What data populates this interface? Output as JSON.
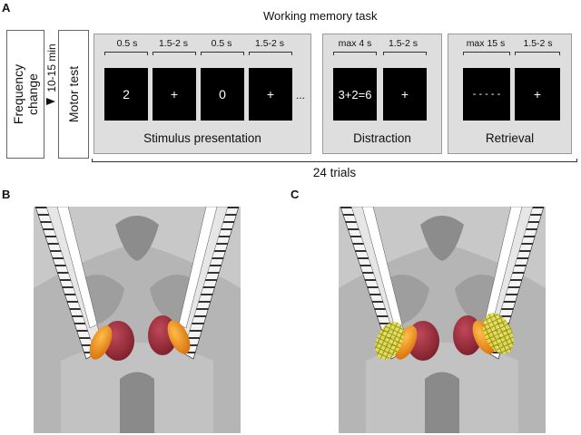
{
  "panel_a": {
    "letter": "A",
    "title": "Working memory task",
    "frequency_change": [
      "Frequency",
      "change"
    ],
    "interval": "10-15 min",
    "motor_test": "Motor test",
    "phases": [
      {
        "label": "Stimulus presentation",
        "screens": [
          {
            "duration": "0.5 s",
            "content": "2"
          },
          {
            "duration": "1.5-2 s",
            "content": "+"
          },
          {
            "duration": "0.5 s",
            "content": "0"
          },
          {
            "duration": "1.5-2 s",
            "content": "+"
          }
        ],
        "ellipsis": "..."
      },
      {
        "label": "Distraction",
        "screens": [
          {
            "duration": "max 4 s",
            "content": "3+2=6"
          },
          {
            "duration": "1.5-2 s",
            "content": "+"
          }
        ]
      },
      {
        "label": "Retrieval",
        "screens": [
          {
            "duration": "max 15 s",
            "content": "- - - - -"
          },
          {
            "duration": "1.5-2 s",
            "content": "+"
          }
        ]
      }
    ],
    "trials": "24 trials"
  },
  "panel_b": {
    "letter": "B"
  },
  "panel_c": {
    "letter": "C"
  },
  "colors": {
    "phase_bg": "#dedede",
    "screen_bg": "#000000",
    "brain_gray": "#b5b5b5",
    "structure_red": "#9c2a35",
    "structure_orange": "#f0961e",
    "contact_yellow": "#dcd838"
  }
}
